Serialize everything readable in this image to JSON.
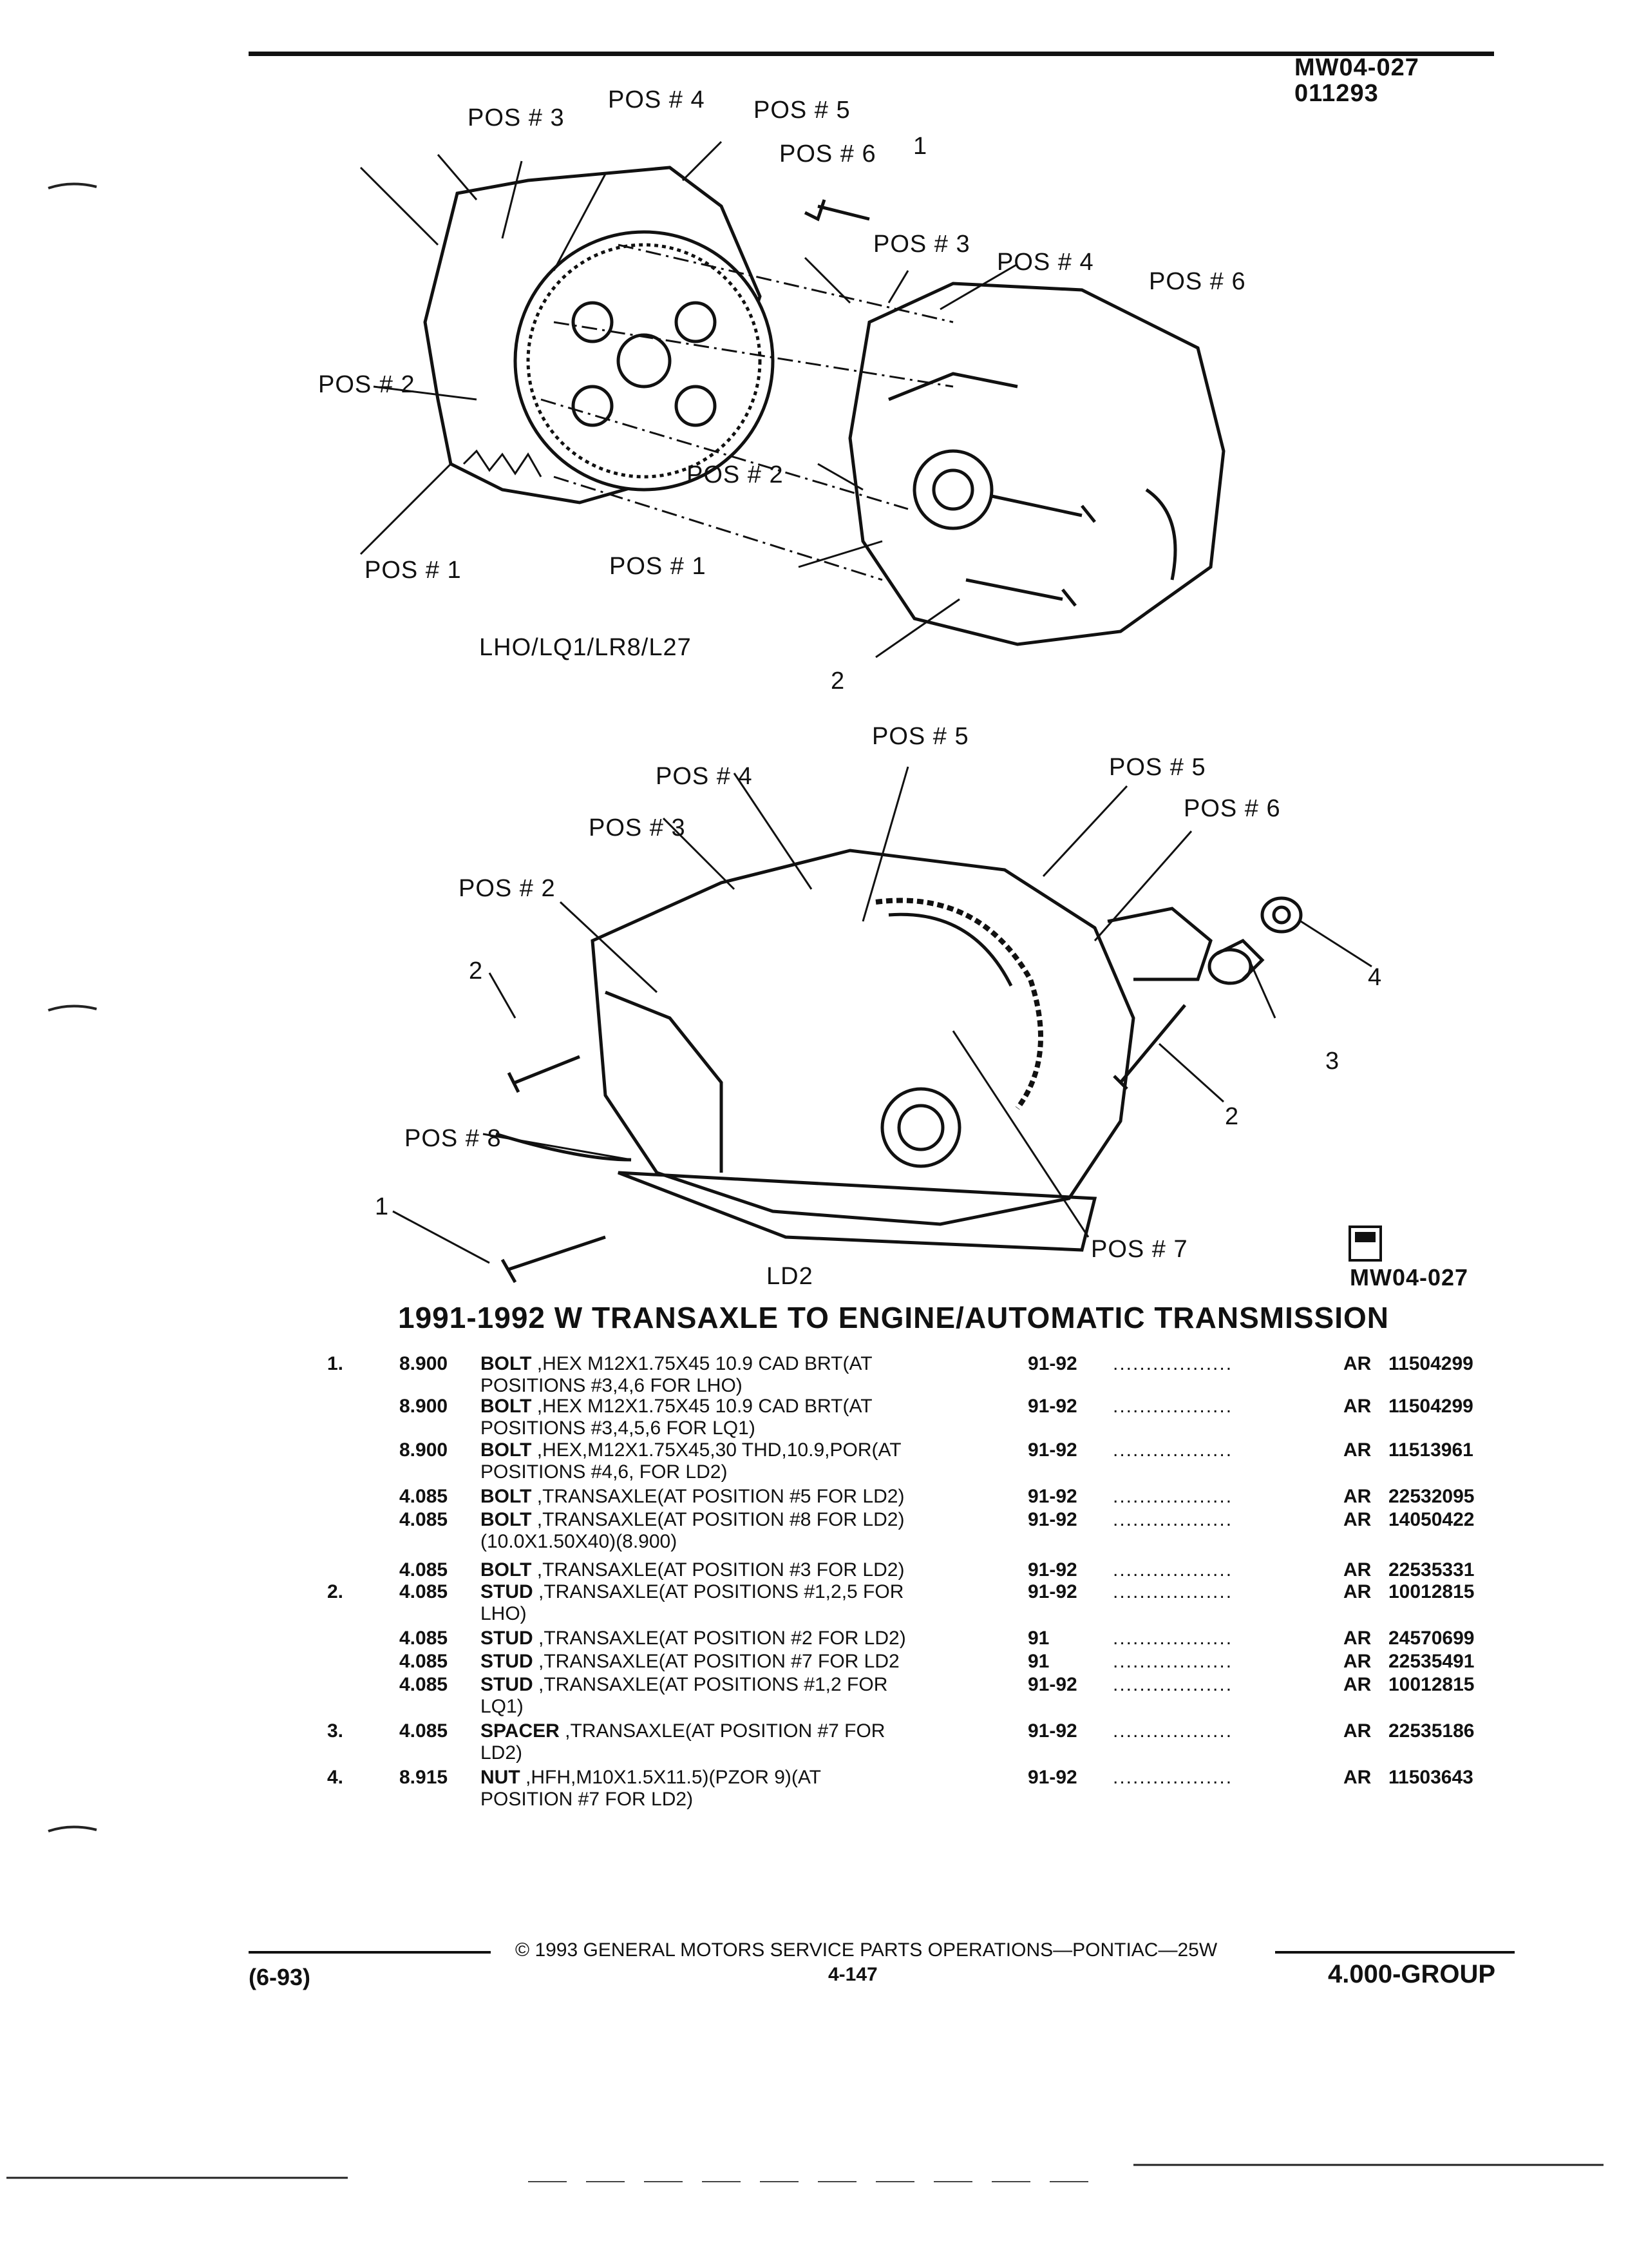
{
  "header": {
    "code": "MW04-027",
    "date": "011293"
  },
  "diagram_top": {
    "labels": [
      "POS # 3",
      "POS # 4",
      "POS # 5",
      "POS # 6",
      "1",
      "POS # 3",
      "POS # 4",
      "POS # 6",
      "POS # 2",
      "POS # 2",
      "POS # 1",
      "POS # 1",
      "2"
    ],
    "caption": "LHO/LQ1/LR8/L27"
  },
  "diagram_bottom": {
    "labels": [
      "POS # 5",
      "POS # 4",
      "POS # 5",
      "POS # 6",
      "POS # 3",
      "POS # 2",
      "2",
      "4",
      "3",
      "2",
      "POS # 8",
      "1",
      "POS # 7"
    ],
    "caption": "LD2",
    "stamp_text": "MW04-027"
  },
  "title": "1991-1992 W TRANSAXLE TO ENGINE/AUTOMATIC TRANSMISSION",
  "parts": [
    {
      "num": "1.",
      "group": "8.900",
      "name": "BOLT",
      "desc": " ,HEX M12X1.75X45 10.9 CAD BRT(AT\nPOSITIONS #3,4,6 FOR LHO)",
      "years": "91-92",
      "dots": "..................",
      "qty": "AR",
      "part_no": "11504299"
    },
    {
      "num": "",
      "group": "8.900",
      "name": "BOLT",
      "desc": " ,HEX M12X1.75X45 10.9 CAD BRT(AT\nPOSITIONS #3,4,5,6 FOR LQ1)",
      "years": "91-92",
      "dots": "..................",
      "qty": "AR",
      "part_no": "11504299"
    },
    {
      "num": "",
      "group": "8.900",
      "name": "BOLT",
      "desc": " ,HEX,M12X1.75X45,30 THD,10.9,POR(AT\nPOSITIONS #4,6, FOR LD2)",
      "years": "91-92",
      "dots": "..................",
      "qty": "AR",
      "part_no": "11513961"
    },
    {
      "num": "",
      "group": "4.085",
      "name": "BOLT",
      "desc": " ,TRANSAXLE(AT POSITION #5 FOR LD2)",
      "years": "91-92",
      "dots": "..................",
      "qty": "AR",
      "part_no": "22532095"
    },
    {
      "num": "",
      "group": "4.085",
      "name": "BOLT",
      "desc": " ,TRANSAXLE(AT POSITION #8 FOR LD2)\n(10.0X1.50X40)(8.900)",
      "years": "91-92",
      "dots": "..................",
      "qty": "AR",
      "part_no": "14050422"
    },
    {
      "num": "",
      "group": "4.085",
      "name": "BOLT",
      "desc": " ,TRANSAXLE(AT POSITION #3 FOR LD2)",
      "years": "91-92",
      "dots": "..................",
      "qty": "AR",
      "part_no": "22535331"
    },
    {
      "num": "2.",
      "group": "4.085",
      "name": "STUD",
      "desc": " ,TRANSAXLE(AT POSITIONS #1,2,5 FOR\nLHO)",
      "years": "91-92",
      "dots": "..................",
      "qty": "AR",
      "part_no": "10012815"
    },
    {
      "num": "",
      "group": "4.085",
      "name": "STUD",
      "desc": " ,TRANSAXLE(AT POSITION #2 FOR LD2)",
      "years": "91",
      "dots": "..................",
      "qty": "AR",
      "part_no": "24570699"
    },
    {
      "num": "",
      "group": "4.085",
      "name": "STUD",
      "desc": " ,TRANSAXLE(AT POSITION #7 FOR LD2",
      "years": "91",
      "dots": "..................",
      "qty": "AR",
      "part_no": "22535491"
    },
    {
      "num": "",
      "group": "4.085",
      "name": "STUD",
      "desc": " ,TRANSAXLE(AT POSITIONS #1,2 FOR\nLQ1)",
      "years": "91-92",
      "dots": "..................",
      "qty": "AR",
      "part_no": "10012815"
    },
    {
      "num": "3.",
      "group": "4.085",
      "name": "SPACER",
      "desc": " ,TRANSAXLE(AT POSITION #7 FOR\nLD2)",
      "years": "91-92",
      "dots": "..................",
      "qty": "AR",
      "part_no": "22535186"
    },
    {
      "num": "4.",
      "group": "8.915",
      "name": "NUT",
      "desc": " ,HFH,M10X1.5X11.5)(PZOR 9)(AT\nPOSITION #7 FOR LD2)",
      "years": "91-92",
      "dots": "..................",
      "qty": "AR",
      "part_no": "11503643"
    }
  ],
  "footer": {
    "date": "(6-93)",
    "copyright": "© 1993 GENERAL MOTORS SERVICE PARTS OPERATIONS—PONTIAC—25W",
    "page": "4-147",
    "group": "4.000-GROUP"
  }
}
